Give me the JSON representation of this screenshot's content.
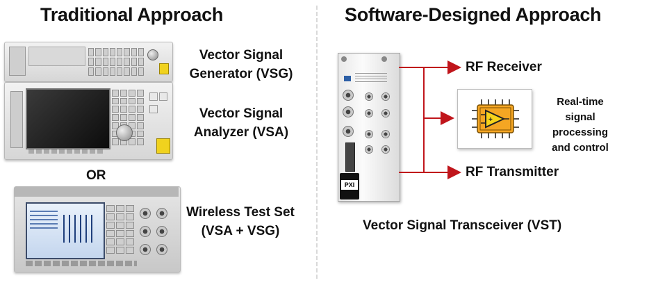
{
  "left": {
    "title": "Traditional Approach",
    "vsg_label": "Vector Signal Generator (VSG)",
    "vsa_label": "Vector Signal Analyzer (VSA)",
    "or_label": "OR",
    "wts_label": "Wireless Test Set (VSA + VSG)"
  },
  "right": {
    "title": "Software-Designed Approach",
    "rf_receiver": "RF Receiver",
    "rf_transmitter": "RF Transmitter",
    "realtime_label": "Real-time signal processing and control",
    "vst_label": "Vector Signal Transceiver (VST)",
    "pxi_badge": "PXI"
  },
  "colors": {
    "arrow": "#c0151b",
    "chip_body": "#f5a623",
    "chip_amp": "#f7d31a"
  }
}
